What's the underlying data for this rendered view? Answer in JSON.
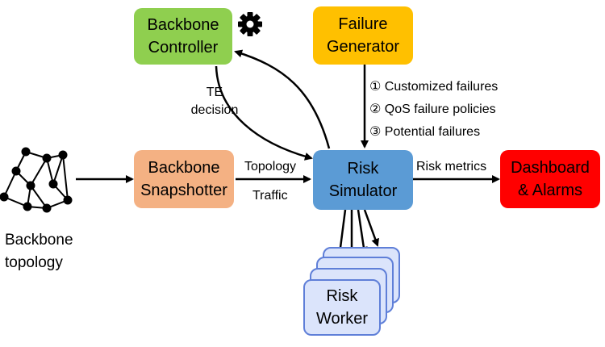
{
  "colors": {
    "controller": "#8fcf4f",
    "generator": "#ffc000",
    "snapshotter": "#f4b183",
    "simulator": "#5b9bd5",
    "dashboard": "#ff0000",
    "worker": "#dbe4fb",
    "worker_border": "#5f7fd8",
    "line": "#000000"
  },
  "icons": {
    "settings": "gear-icon",
    "topology": "network-graph-icon"
  },
  "nodes": {
    "controller": {
      "line1": "Backbone",
      "line2": "Controller"
    },
    "generator": {
      "line1": "Failure",
      "line2": "Generator"
    },
    "snapshotter": {
      "line1": "Backbone",
      "line2": "Snapshotter"
    },
    "simulator": {
      "line1": "Risk",
      "line2": "Simulator"
    },
    "dashboard": {
      "line1": "Dashboard",
      "line2": "& Alarms"
    },
    "worker": {
      "line1": "Risk",
      "line2": "Worker"
    },
    "topology": {
      "line1": "Backbone",
      "line2": "topology"
    }
  },
  "edge_labels": {
    "te_line1": "TE",
    "te_line2": "decision",
    "topology": "Topology",
    "traffic": "Traffic",
    "risk_metrics": "Risk metrics"
  },
  "failure_types": [
    "① Customized failures",
    "② QoS failure policies",
    "③ Potential failures"
  ]
}
